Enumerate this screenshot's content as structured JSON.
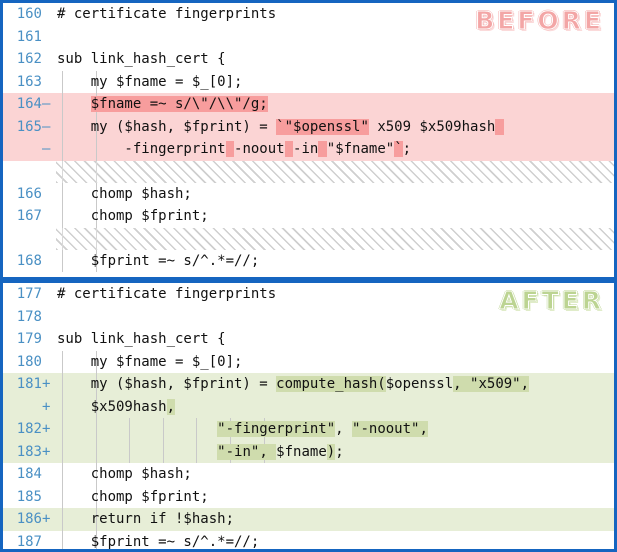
{
  "panels": [
    {
      "id": "before",
      "badge": "BEFORE",
      "badge_color": "#f3a6a6",
      "rows": [
        {
          "kind": "ctx",
          "num": "160",
          "sign": "",
          "guides": 0,
          "segs": [
            {
              "t": "# certificate fingerprints"
            }
          ]
        },
        {
          "kind": "ctx",
          "num": "161",
          "sign": "",
          "guides": 0,
          "segs": [
            {
              "t": ""
            }
          ]
        },
        {
          "kind": "ctx",
          "num": "162",
          "sign": "",
          "guides": 0,
          "segs": [
            {
              "t": "sub link_hash_cert {"
            }
          ]
        },
        {
          "kind": "ctx",
          "num": "163",
          "sign": "",
          "guides": 2,
          "segs": [
            {
              "t": "    my $fname = $_[0];"
            }
          ]
        },
        {
          "kind": "del",
          "num": "164",
          "sign": "–",
          "guides": 2,
          "segs": [
            {
              "t": "    "
            },
            {
              "t": "$fname =~ s/\\\"/\\\\\"/g;",
              "hl": "w"
            }
          ]
        },
        {
          "kind": "del",
          "num": "165",
          "sign": "–",
          "guides": 2,
          "segs": [
            {
              "t": "    my ($hash, $fprint) = "
            },
            {
              "t": "`",
              "hl": "w"
            },
            {
              "t": "\"$openssl\"",
              "hl": "w"
            },
            {
              "t": " "
            },
            {
              "t": "x509 $x509hash"
            },
            {
              "t": " ",
              "hl": "w"
            }
          ]
        },
        {
          "kind": "del",
          "num": "",
          "sign": "–",
          "guides": 2,
          "segs": [
            {
              "t": "        -fingerprint"
            },
            {
              "t": " ",
              "hl": "w"
            },
            {
              "t": "-noout"
            },
            {
              "t": " ",
              "hl": "w"
            },
            {
              "t": "-in"
            },
            {
              "t": " ",
              "hl": "w"
            },
            {
              "t": "\"$fname\""
            },
            {
              "t": "`",
              "hl": "w"
            },
            {
              "t": ";"
            }
          ]
        },
        {
          "kind": "hatch"
        },
        {
          "kind": "ctx",
          "num": "166",
          "sign": "",
          "guides": 2,
          "segs": [
            {
              "t": "    chomp $hash;"
            }
          ]
        },
        {
          "kind": "ctx",
          "num": "167",
          "sign": "",
          "guides": 2,
          "segs": [
            {
              "t": "    chomp $fprint;"
            }
          ]
        },
        {
          "kind": "hatch"
        },
        {
          "kind": "ctx",
          "num": "168",
          "sign": "",
          "guides": 2,
          "segs": [
            {
              "t": "    $fprint =~ s/^.*=//;"
            }
          ]
        }
      ]
    },
    {
      "id": "after",
      "badge": "AFTER",
      "badge_color": "#bcd492",
      "rows": [
        {
          "kind": "ctx",
          "num": "177",
          "sign": "",
          "guides": 0,
          "segs": [
            {
              "t": "# certificate fingerprints"
            }
          ]
        },
        {
          "kind": "ctx",
          "num": "178",
          "sign": "",
          "guides": 0,
          "segs": [
            {
              "t": ""
            }
          ]
        },
        {
          "kind": "ctx",
          "num": "179",
          "sign": "",
          "guides": 0,
          "segs": [
            {
              "t": "sub link_hash_cert {"
            }
          ]
        },
        {
          "kind": "ctx",
          "num": "180",
          "sign": "",
          "guides": 2,
          "segs": [
            {
              "t": "    my $fname = $_[0];"
            }
          ]
        },
        {
          "kind": "add",
          "num": "181",
          "sign": "+",
          "guides": 2,
          "segs": [
            {
              "t": "    my ($hash, $fprint) = "
            },
            {
              "t": "compute_hash(",
              "hl": "g"
            },
            {
              "t": "$openssl"
            },
            {
              "t": ", ",
              "hl": "g"
            },
            {
              "t": "\"x509\"",
              "hl": "g"
            },
            {
              "t": ",",
              "hl": "g"
            }
          ]
        },
        {
          "kind": "add",
          "num": "",
          "sign": "+",
          "guides": 2,
          "segs": [
            {
              "t": "    $x509hash"
            },
            {
              "t": ",",
              "hl": "g"
            }
          ]
        },
        {
          "kind": "add",
          "num": "182",
          "sign": "+",
          "guides": 7,
          "segs": [
            {
              "t": "                   "
            },
            {
              "t": "\"-fingerprint\"",
              "hl": "g"
            },
            {
              "t": ", "
            },
            {
              "t": "\"-noout\"",
              "hl": "g"
            },
            {
              "t": ",",
              "hl": "g"
            }
          ]
        },
        {
          "kind": "add",
          "num": "183",
          "sign": "+",
          "guides": 7,
          "segs": [
            {
              "t": "                   "
            },
            {
              "t": "\"-in\"",
              "hl": "g"
            },
            {
              "t": ", ",
              "hl": "g"
            },
            {
              "t": "$fname"
            },
            {
              "t": ")",
              "hl": "g"
            },
            {
              "t": ";"
            }
          ]
        },
        {
          "kind": "ctx",
          "num": "184",
          "sign": "",
          "guides": 2,
          "segs": [
            {
              "t": "    chomp $hash;"
            }
          ]
        },
        {
          "kind": "ctx",
          "num": "185",
          "sign": "",
          "guides": 2,
          "segs": [
            {
              "t": "    chomp $fprint;"
            }
          ]
        },
        {
          "kind": "add",
          "num": "186",
          "sign": "+",
          "guides": 2,
          "segs": [
            {
              "t": "    return if !$hash;"
            }
          ]
        },
        {
          "kind": "ctx",
          "num": "187",
          "sign": "",
          "guides": 2,
          "segs": [
            {
              "t": "    $fprint =~ s/^.*=//;"
            }
          ]
        }
      ]
    }
  ],
  "colors": {
    "border": "#1565c0",
    "line_number": "#4a90c4",
    "del_line_bg": "#fbd4d4",
    "del_word_bg": "#f79d9d",
    "add_line_bg": "#e7eed7",
    "add_word_bg": "#cfdcad",
    "code_text": "#111111",
    "guide_line": "#c9c9c9"
  }
}
